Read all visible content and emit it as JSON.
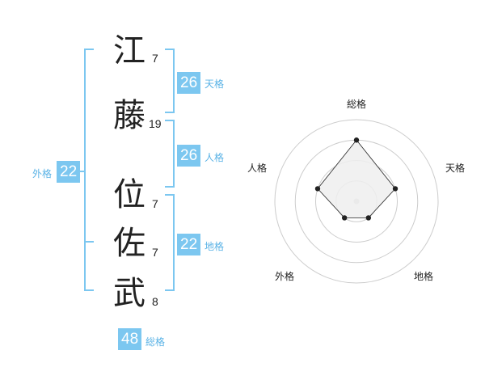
{
  "name_chars": [
    {
      "char": "江",
      "strokes": "7"
    },
    {
      "char": "藤",
      "strokes": "19"
    },
    {
      "char": "位",
      "strokes": "7"
    },
    {
      "char": "佐",
      "strokes": "7"
    },
    {
      "char": "武",
      "strokes": "8"
    }
  ],
  "fortunes": {
    "tenkaku": {
      "value": "26",
      "label": "天格"
    },
    "jinkaku": {
      "value": "26",
      "label": "人格"
    },
    "chikaku": {
      "value": "22",
      "label": "地格"
    },
    "gaikaku": {
      "value": "22",
      "label": "外格"
    },
    "soukaku": {
      "value": "48",
      "label": "総格"
    }
  },
  "radar": {
    "axes": [
      "総格",
      "天格",
      "地格",
      "外格",
      "人格"
    ],
    "levels": 4,
    "values": [
      3,
      2,
      1,
      1,
      2
    ],
    "max": 4,
    "colors": {
      "grid": "#cccccc",
      "fill": "#eeeeee",
      "line": "#222222",
      "center": "#cccccc"
    }
  }
}
